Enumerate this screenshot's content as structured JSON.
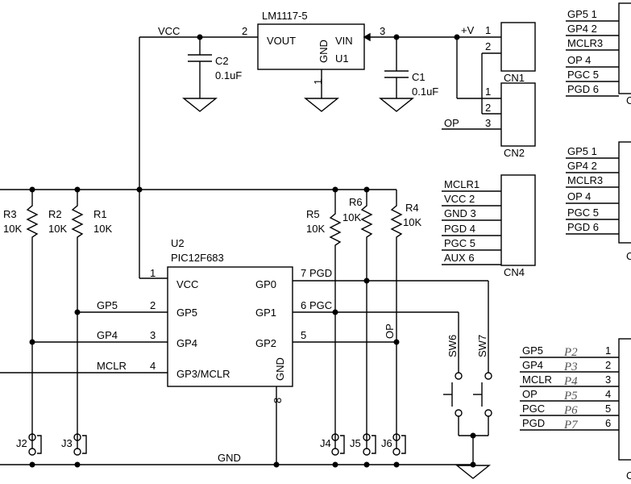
{
  "regulator": {
    "part": "LM1117-5",
    "ref": "U1",
    "pin_vout": "VOUT",
    "pin_vin": "VIN",
    "pin_gnd": "GND",
    "pin2": "2",
    "pin3": "3",
    "pin1": "1"
  },
  "nets": {
    "vcc": "VCC",
    "plus_v": "+V",
    "gnd": "GND",
    "op": "OP"
  },
  "caps": [
    {
      "ref": "C2",
      "value": "0.1uF"
    },
    {
      "ref": "C1",
      "value": "0.1uF"
    }
  ],
  "resistors": [
    {
      "ref": "R3",
      "value": "10K"
    },
    {
      "ref": "R2",
      "value": "10K"
    },
    {
      "ref": "R1",
      "value": "10K"
    },
    {
      "ref": "R5",
      "value": "10K"
    },
    {
      "ref": "R6",
      "value": "10K"
    },
    {
      "ref": "R4",
      "value": "10K"
    }
  ],
  "mcu": {
    "ref": "U2",
    "part": "PIC12F683",
    "left_pins": [
      {
        "num": "1",
        "name": "VCC",
        "net": ""
      },
      {
        "num": "2",
        "name": "GP5",
        "net": "GP5"
      },
      {
        "num": "3",
        "name": "GP4",
        "net": "GP4"
      },
      {
        "num": "4",
        "name": "GP3/MCLR",
        "net": "MCLR"
      }
    ],
    "right_pins": [
      {
        "num": "7",
        "name": "GP0",
        "net": "PGD"
      },
      {
        "num": "6",
        "name": "GP1",
        "net": "PGC"
      },
      {
        "num": "5",
        "name": "GP2",
        "net": ""
      }
    ],
    "gnd_pin": {
      "num": "8",
      "name": "GND"
    }
  },
  "connectors": {
    "cn1": {
      "ref": "CN1",
      "pins": [
        {
          "num": "1",
          "net": "+V"
        },
        {
          "num": "2",
          "net": ""
        }
      ]
    },
    "cn2": {
      "ref": "CN2",
      "pins": [
        {
          "num": "1",
          "net": ""
        },
        {
          "num": "2",
          "net": ""
        },
        {
          "num": "3",
          "net": "OP"
        }
      ]
    },
    "cn4": {
      "ref": "CN4",
      "pins": [
        {
          "label": "MCLR1"
        },
        {
          "label": "VCC  2"
        },
        {
          "label": "GND  3"
        },
        {
          "label": "PGD  4"
        },
        {
          "label": "PGC  5"
        },
        {
          "label": "AUX  6"
        }
      ]
    },
    "right_top": {
      "pins": [
        {
          "label": "GP5   1"
        },
        {
          "label": "GP4   2"
        },
        {
          "label": "MCLR3"
        },
        {
          "label": "OP     4"
        },
        {
          "label": "PGC  5"
        },
        {
          "label": "PGD  6"
        }
      ],
      "ref_stub": "C"
    },
    "right_mid": {
      "pins": [
        {
          "label": "GP5   1"
        },
        {
          "label": "GP4   2"
        },
        {
          "label": "MCLR3"
        },
        {
          "label": "OP     4"
        },
        {
          "label": "PGC  5"
        },
        {
          "label": "PGD  6"
        }
      ],
      "ref_stub": "C"
    },
    "right_bottom": {
      "pins": [
        {
          "net": "GP5",
          "port": "P2",
          "num": "1"
        },
        {
          "net": "GP4",
          "port": "P3",
          "num": "2"
        },
        {
          "net": "MCLR",
          "port": "P4",
          "num": "3"
        },
        {
          "net": "OP",
          "port": "P5",
          "num": "4"
        },
        {
          "net": "PGC",
          "port": "P6",
          "num": "5"
        },
        {
          "net": "PGD",
          "port": "P7",
          "num": "6"
        }
      ],
      "ref_stub": "C"
    }
  },
  "jumpers": [
    "J2",
    "J3",
    "J4",
    "J5",
    "J6"
  ],
  "switches": [
    "SW6",
    "SW7"
  ]
}
